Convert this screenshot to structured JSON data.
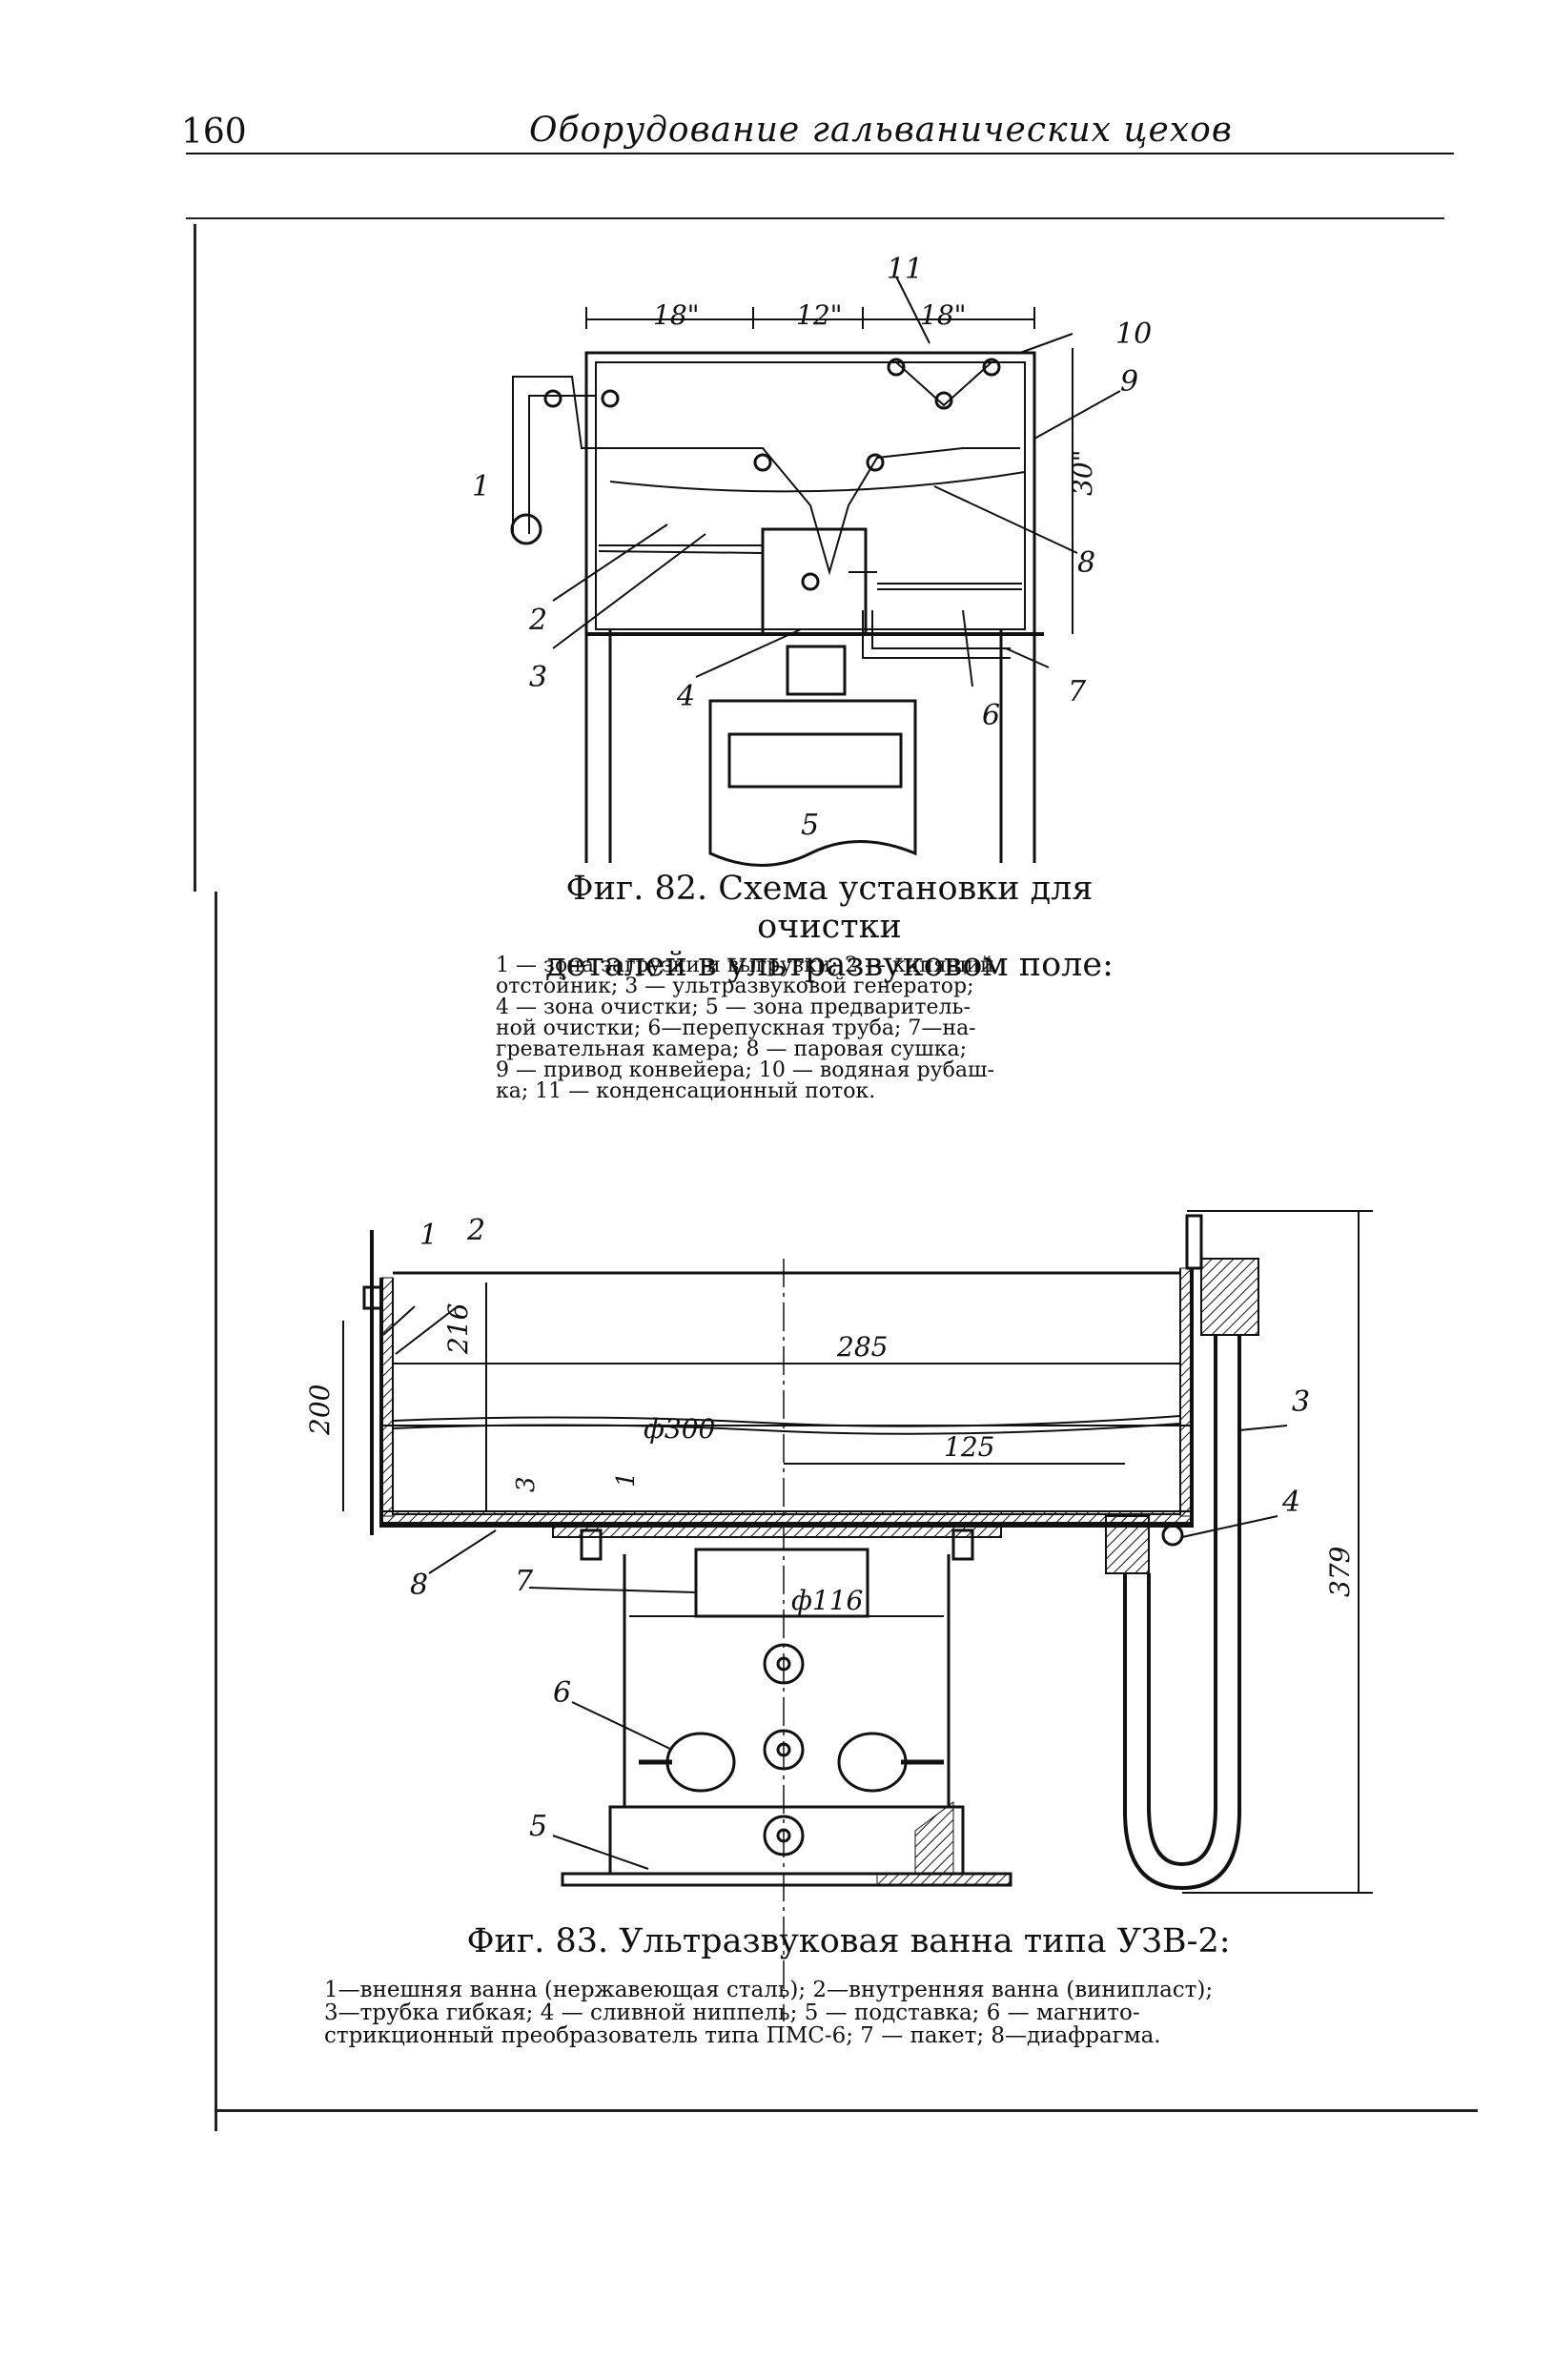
{
  "header": {
    "page_number": "160",
    "running_title": "Оборудование гальванических цехов"
  },
  "figure82": {
    "title_line1": "Фиг. 82. Схема установки для очистки",
    "title_line2": "деталей в ультразвуковом поле:",
    "legend_line1": "1 — зона загрузки и выгрузки; 2 — кипящий",
    "legend_line2": "отстойник; 3 — ультразвуковой генератор;",
    "legend_line3": "4 — зона очистки; 5 — зона предваритель-",
    "legend_line4": "ной очистки; 6—перепускная труба; 7—на-",
    "legend_line5": "гревательная камера; 8 — паровая сушка;",
    "legend_line6": "9 — привод конвейера; 10 — водяная рубаш-",
    "legend_line7": "ка; 11 — конденсационный поток.",
    "dims": {
      "d1": "18\"",
      "d2": "12\"",
      "d3": "18\"",
      "d4": "30\""
    },
    "labels": [
      "1",
      "2",
      "3",
      "4",
      "5",
      "6",
      "7",
      "8",
      "9",
      "10",
      "11"
    ]
  },
  "figure83": {
    "title": "Фиг. 83. Ультразвуковая ванна типа УЗВ-2:",
    "legend_line1": "1—внешняя ванна (нержавеющая сталь); 2—внутренняя ванна (винипласт);",
    "legend_line2": "3—трубка гибкая; 4 — сливной ниппель; 5 — подставка; 6 — магнито-",
    "legend_line3": "стрикционный преобразователь типа ПМС-6; 7 — пакет; 8—диафрагма.",
    "dims": {
      "d285": "285",
      "d300": "ф300",
      "d125": "125",
      "d116": "ф116",
      "d216": "216",
      "d200": "200",
      "d379": "379",
      "d3": "3",
      "d1": "1"
    },
    "labels": [
      "1",
      "2",
      "3",
      "4",
      "5",
      "6",
      "7",
      "8"
    ]
  }
}
